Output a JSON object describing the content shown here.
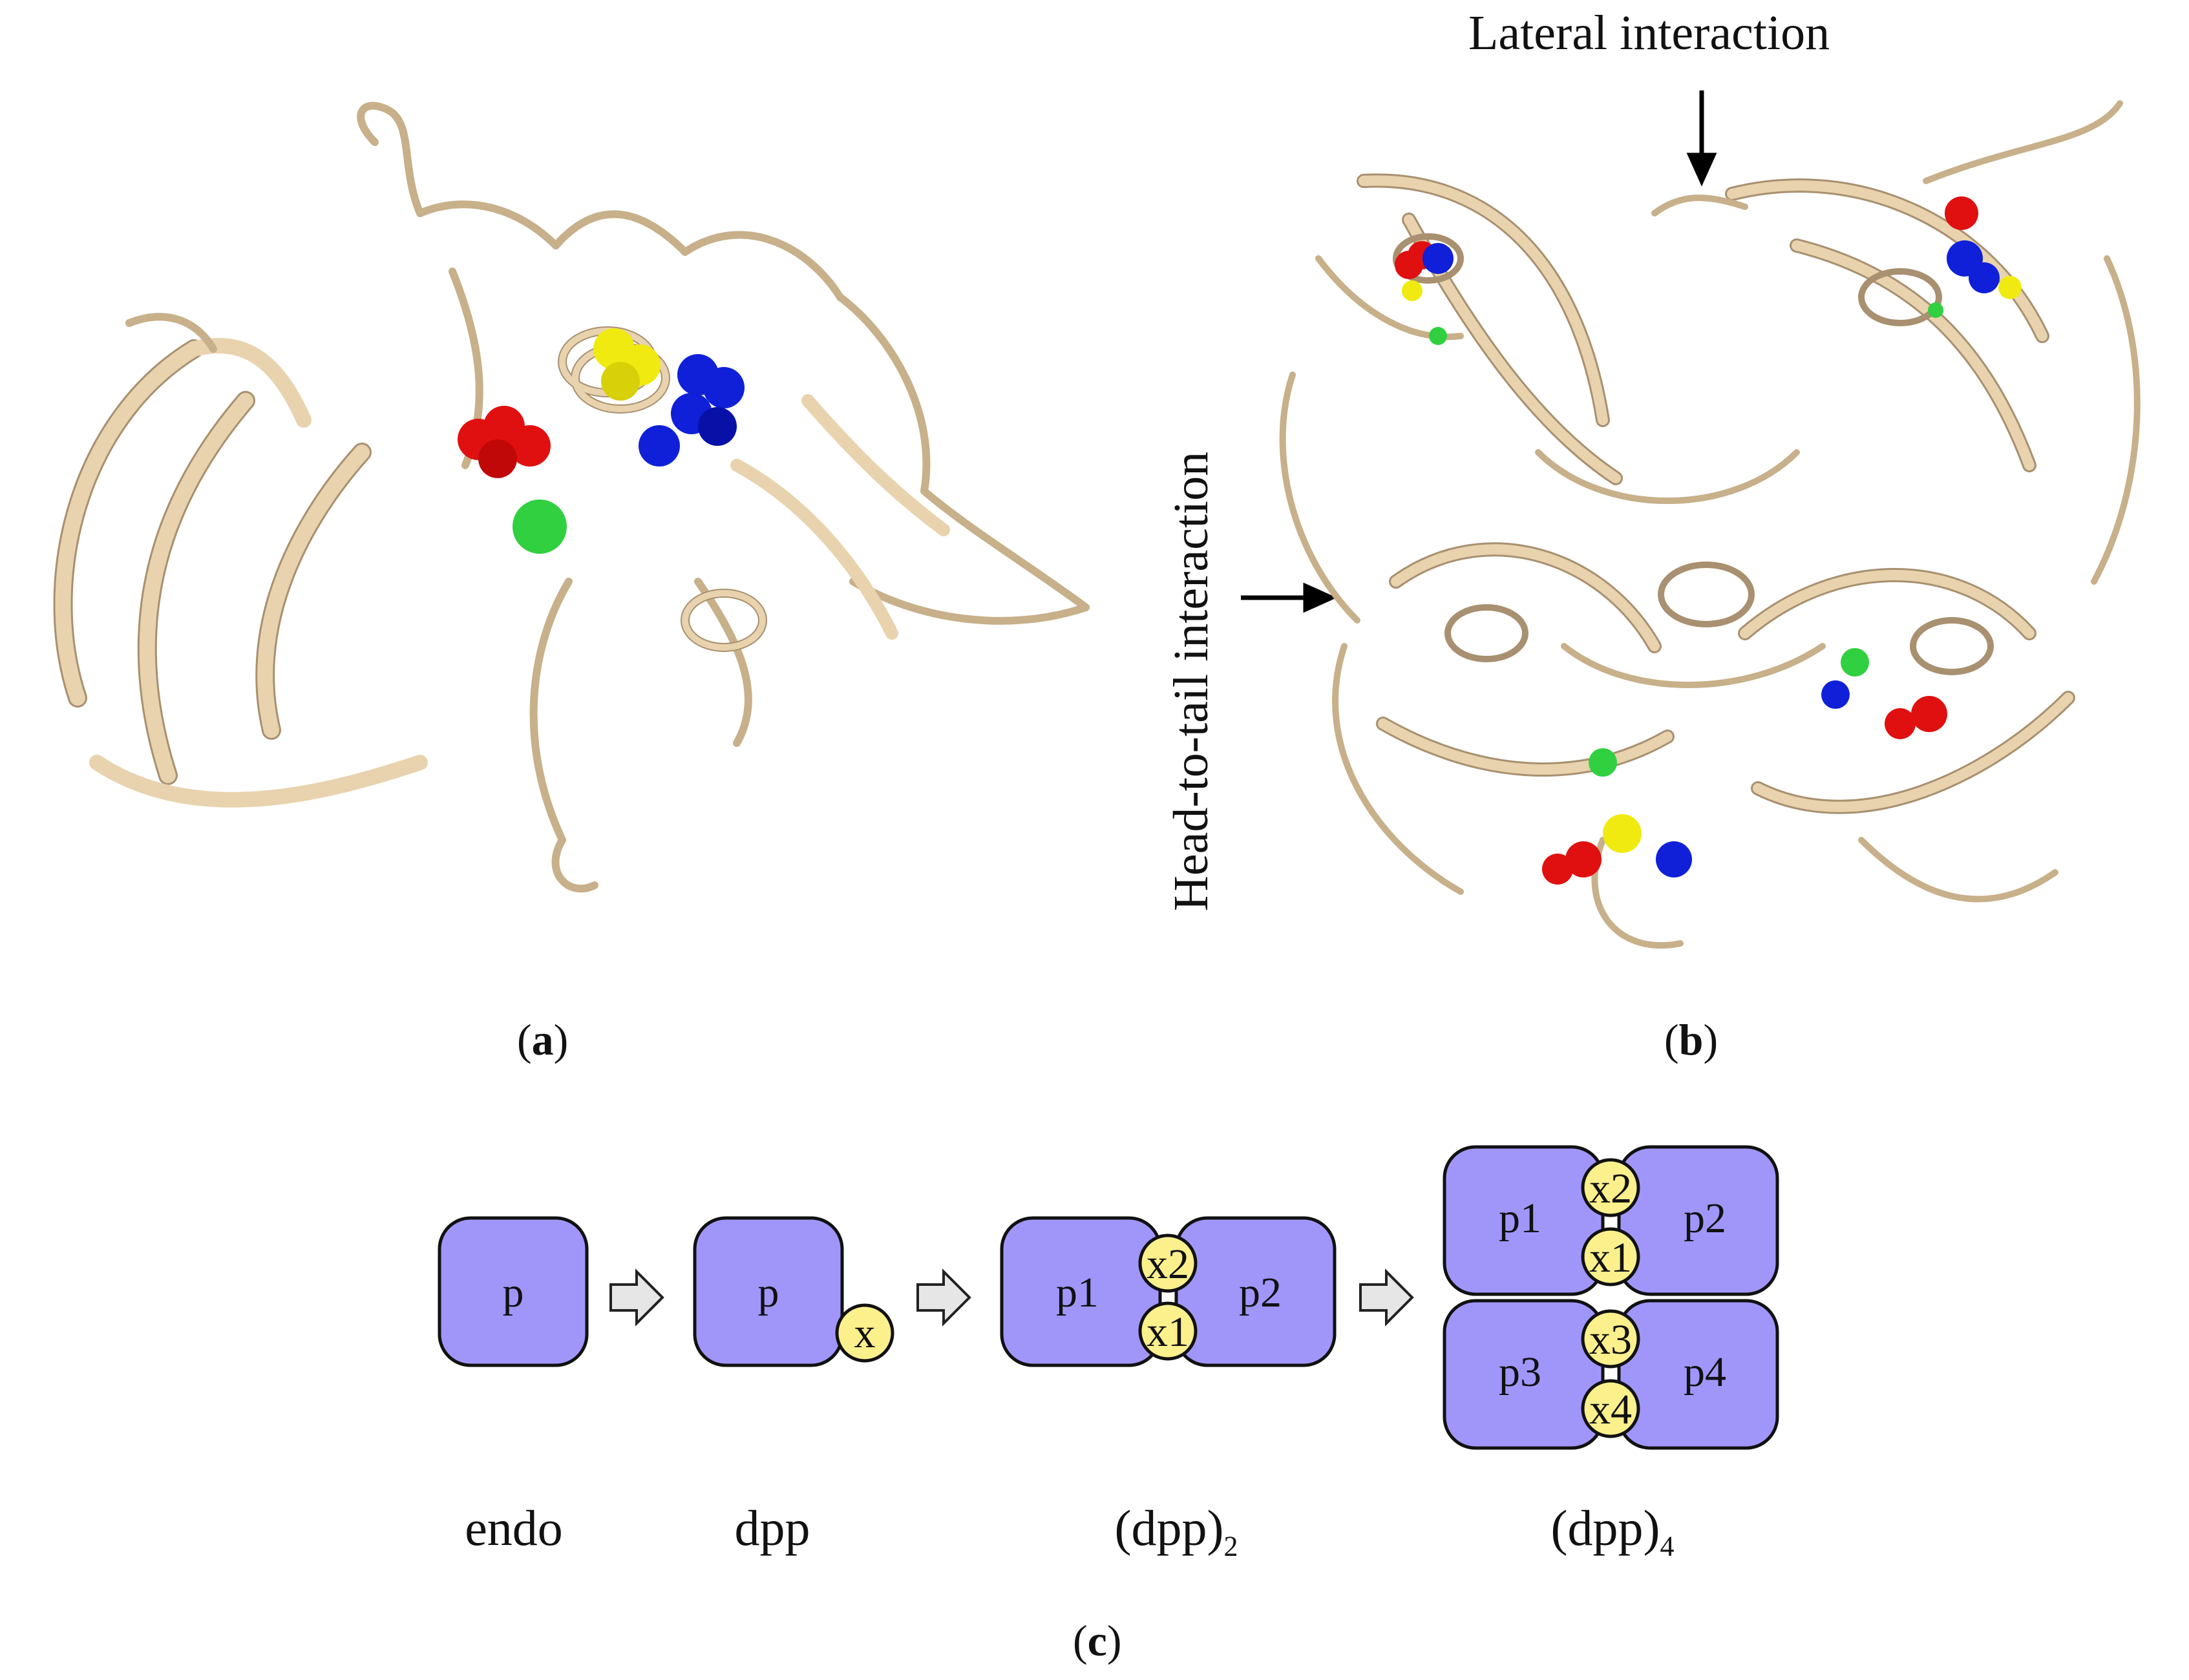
{
  "panel_a": {
    "caption_open": "(",
    "caption_letter": "a",
    "caption_close": ")"
  },
  "panel_b": {
    "caption_open": "(",
    "caption_letter": "b",
    "caption_close": ")",
    "lateral_label": "Lateral interaction",
    "headtotail_label": "Head-to-tail interaction"
  },
  "panel_c": {
    "caption_open": "(",
    "caption_letter": "c",
    "caption_close": ")",
    "stage_endo": {
      "block": "p",
      "name": "endo"
    },
    "stage_dpp": {
      "block": "p",
      "ball": "x",
      "name": "dpp"
    },
    "stage_dpp2": {
      "left": "p1",
      "right": "p2",
      "top_ball": "x2",
      "bottom_ball": "x1",
      "name": "(dpp)",
      "subscript": "2"
    },
    "stage_dpp4": {
      "tl": "p1",
      "tr": "p2",
      "bl": "p3",
      "br": "p4",
      "b1": "x2",
      "b2": "x1",
      "b3": "x3",
      "b4": "x4",
      "name": "(dpp)",
      "subscript": "4"
    }
  },
  "colors": {
    "ribbon": "#e8d3ae",
    "ribbon_shadow": "#a89070",
    "atom_red": "#e01010",
    "atom_yellow": "#f0ea10",
    "atom_blue": "#1020d8",
    "atom_green": "#30d040",
    "block": "#a096fa",
    "ball": "#fcf08c"
  }
}
